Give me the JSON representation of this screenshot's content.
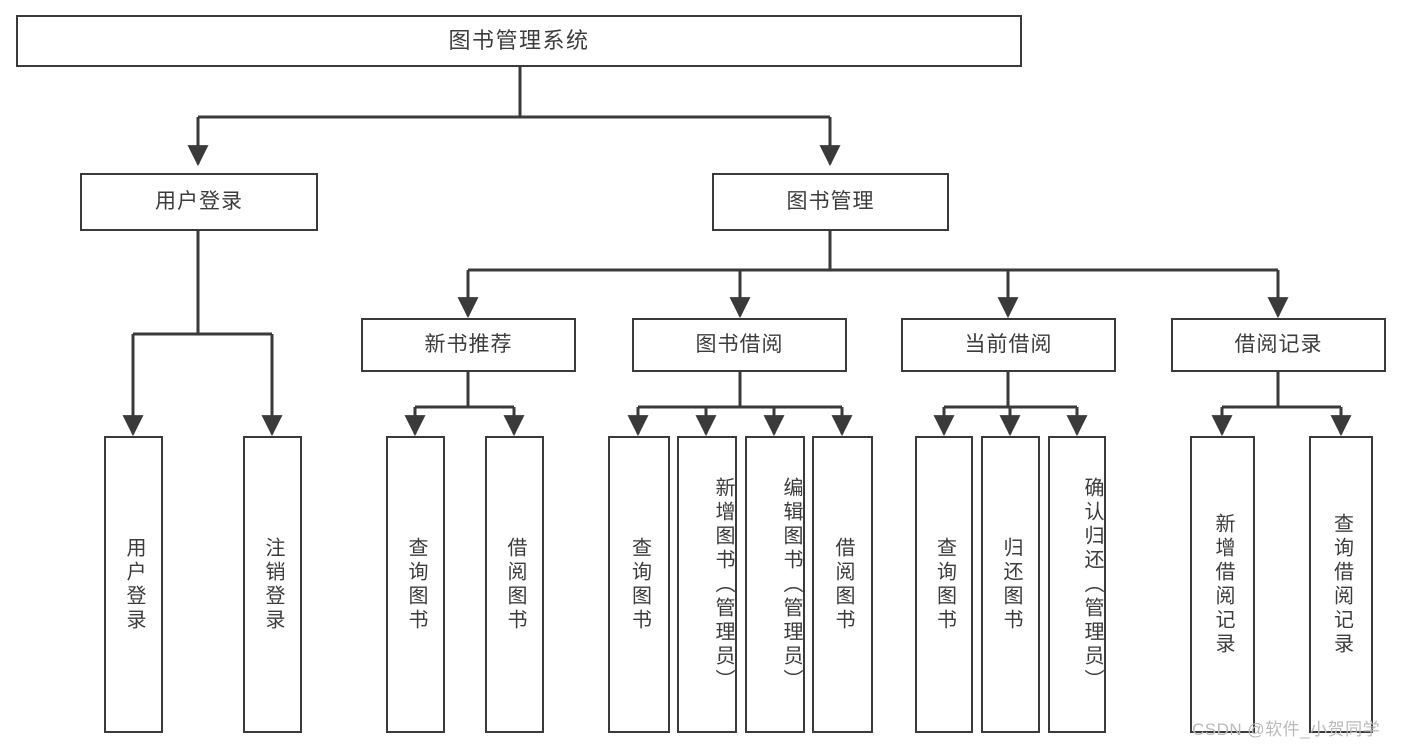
{
  "diagram": {
    "title": "图书管理系统",
    "type": "hierarchy-tree",
    "root": {
      "label": "图书管理系统",
      "children": [
        {
          "label": "用户登录",
          "children": [
            {
              "label": "用户登录"
            },
            {
              "label": "注销登录"
            }
          ]
        },
        {
          "label": "图书管理",
          "children": [
            {
              "label": "新书推荐",
              "children": [
                {
                  "label": "查询图书"
                },
                {
                  "label": "借阅图书"
                }
              ]
            },
            {
              "label": "图书借阅",
              "children": [
                {
                  "label": "查询图书"
                },
                {
                  "label": "新增图书（管理员）"
                },
                {
                  "label": "编辑图书（管理员）"
                },
                {
                  "label": "借阅图书"
                }
              ]
            },
            {
              "label": "当前借阅",
              "children": [
                {
                  "label": "查询图书"
                },
                {
                  "label": "归还图书"
                },
                {
                  "label": "确认归还（管理员）"
                }
              ]
            },
            {
              "label": "借阅记录",
              "children": [
                {
                  "label": "新增借阅记录"
                },
                {
                  "label": "查询借阅记录"
                }
              ]
            }
          ]
        }
      ]
    }
  },
  "nodes": {
    "root": "图书管理系统",
    "user_login": "用户登录",
    "book_manage": "图书管理",
    "new_book_rec": "新书推荐",
    "book_borrow": "图书借阅",
    "current_borrow": "当前借阅",
    "borrow_record": "借阅记录",
    "leaf_user_login": "用户登录",
    "leaf_logout": "注销登录",
    "leaf_query_book_1": "查询图书",
    "leaf_borrow_book_1": "借阅图书",
    "leaf_query_book_2": "查询图书",
    "leaf_add_book_admin": "新增图书（管理员）",
    "leaf_edit_book_admin": "编辑图书（管理员）",
    "leaf_borrow_book_2": "借阅图书",
    "leaf_query_book_3": "查询图书",
    "leaf_return_book": "归还图书",
    "leaf_confirm_return_admin": "确认归还（管理员）",
    "leaf_add_record": "新增借阅记录",
    "leaf_query_record": "查询借阅记录"
  },
  "watermark": {
    "text": "CSDN @软件_小贺同学"
  },
  "colors": {
    "border": "#3a3a3a",
    "text": "#3c3c3c",
    "background": "#ffffff",
    "watermark": "#b9b9b9"
  }
}
